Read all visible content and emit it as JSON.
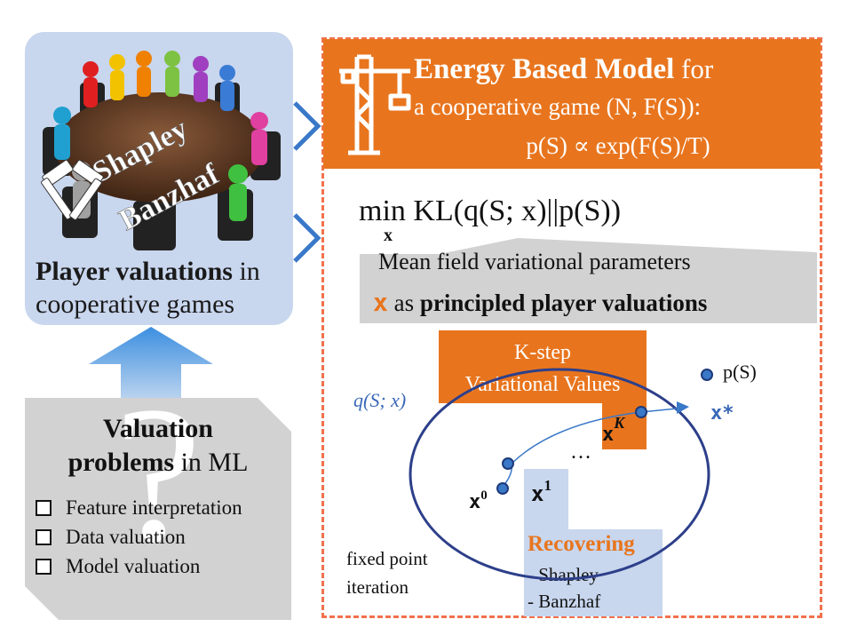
{
  "players_panel": {
    "caption_bold": "Player valuations",
    "caption_rest": " in",
    "caption_line2": "cooperative games",
    "overlay_word_1": "Shapley",
    "overlay_word_2": "Banzhaf"
  },
  "valuation_panel": {
    "title_bold": "Valuation",
    "title_bold_2": "problems",
    "title_rest": " in ML",
    "items": [
      "Feature interpretation",
      "Data valuation",
      "Model valuation"
    ],
    "glyph": "?"
  },
  "ebm": {
    "title_bold": "Energy Based Model",
    "title_rest": " for",
    "line2": "a cooperative game (N, F(S)):",
    "line3": "p(S) ∝ exp(F(S)/T)",
    "objective": "min KL(q(S; x)||p(S))",
    "objective_min": "min",
    "objective_body": "KL(q(S; x)||p(S))",
    "objective_sub": "x",
    "mf_line1": "Mean field variational parameters",
    "mf_line2_var": "x",
    "mf_line2_mid": " as ",
    "mf_line2_bold": "principled player valuations"
  },
  "diagram": {
    "kstep_line1": "K-step",
    "kstep_line2": "Variational Values",
    "q_label": "q(S; x)",
    "p_label": "p(S)",
    "x_star": "x*",
    "x_K": "xK",
    "x_K_base": "x",
    "x_K_sup": "K",
    "x0_base": "x",
    "x0_sup": "0",
    "x1_base": "x",
    "x1_sup": "1",
    "dots": "…",
    "fixed_point_line1": "fixed point",
    "fixed_point_line2": "iteration",
    "recovering_title": "Recovering",
    "recovering_items": [
      "- Shapley",
      "- Banzhaf"
    ]
  },
  "colors": {
    "orange": "#e8751e",
    "dashed_border": "#f0714c",
    "light_blue_panel": "#c8d6ee",
    "ellipse": "#2d3f8a",
    "grey": "#d2d2d2",
    "arrow_blue": "#3c8fe0"
  }
}
